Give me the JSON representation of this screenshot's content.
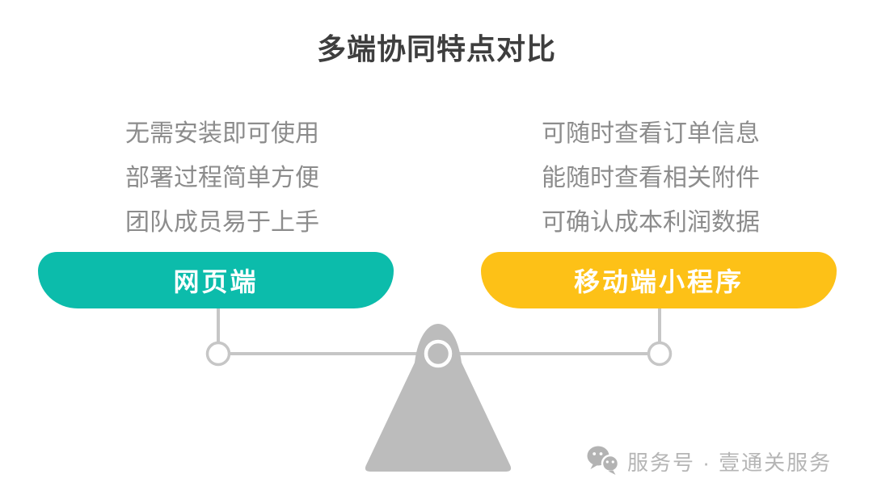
{
  "title": "多端协同特点对比",
  "comparison": {
    "left": {
      "features": [
        "无需安装即可使用",
        "部署过程简单方便",
        "团队成员易于上手"
      ],
      "label": "网页端",
      "accent_color": "#0cbcab"
    },
    "right": {
      "features": [
        "可随时查看订单信息",
        "能随时查看相关附件",
        "可确认成本利润数据"
      ],
      "label": "移动端小程序",
      "accent_color": "#fdc117"
    }
  },
  "scale": {
    "fulcrum_color": "#bcbcbc",
    "line_color": "#c6c6c6"
  },
  "footer": {
    "text": "服务号 · 壹通关服务",
    "text_color": "#b5b5b5",
    "icon_color": "#b3b3b3"
  },
  "text_colors": {
    "title": "#3e3e3e",
    "body": "#8c8c8c"
  }
}
